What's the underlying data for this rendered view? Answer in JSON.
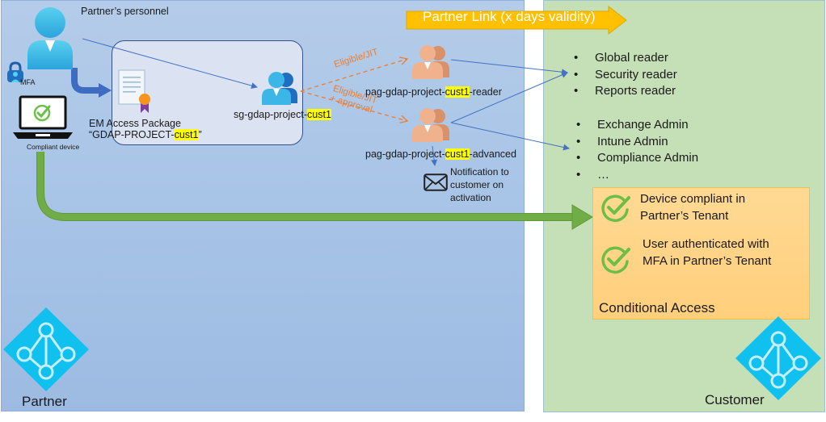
{
  "partner": {
    "panel_label": "Partner",
    "personnel_label": "Partner’s personnel",
    "mfa_label": "MFA",
    "device_label": "Compliant device",
    "access_package": {
      "line1": "EM Access Package",
      "line2_prefix": "“GDAP-PROJECT-",
      "line2_highlight": "cust1",
      "line2_suffix": "”"
    },
    "security_group": {
      "prefix": "sg-gdap-project-",
      "highlight": "cust1",
      "suffix": ""
    },
    "pag_reader": {
      "prefix": "pag-gdap-project-",
      "highlight": "cust1",
      "suffix": "-reader"
    },
    "pag_advanced": {
      "prefix": "pag-gdap-project-",
      "highlight": "cust1",
      "suffix": "-advanced"
    },
    "edge_labels": {
      "reader": "Eligible/JIT",
      "advanced_line1": "Eligible/JIT",
      "advanced_line2": "+ approval"
    },
    "notification": {
      "line1": "Notification to",
      "line2": "customer on",
      "line3": "activation"
    }
  },
  "partner_link": {
    "label": "Partner Link (x days validity)"
  },
  "customer": {
    "panel_label": "Customer",
    "reader_roles": [
      "Global reader",
      "Security reader",
      "Reports reader"
    ],
    "admin_roles": [
      "Exchange Admin",
      "Intune Admin",
      "Compliance Admin",
      "…"
    ],
    "conditional_access": {
      "title": "Conditional Access",
      "checks": [
        {
          "line1": "Device compliant in",
          "line2": "Partner’s Tenant"
        },
        {
          "line1": "User authenticated with",
          "line2": "MFA in Partner’s Tenant"
        }
      ]
    }
  },
  "colors": {
    "partner_bg": "#a5c2e6",
    "customer_bg": "#c5dfb6",
    "link_arrow": "#ffc000",
    "flow_arrow": "#70ad47",
    "dashed_edge": "#ed7d31",
    "highlight": "#ffff00",
    "ca_box": "#ffd68a",
    "entra_icon": "#0ebeee"
  }
}
